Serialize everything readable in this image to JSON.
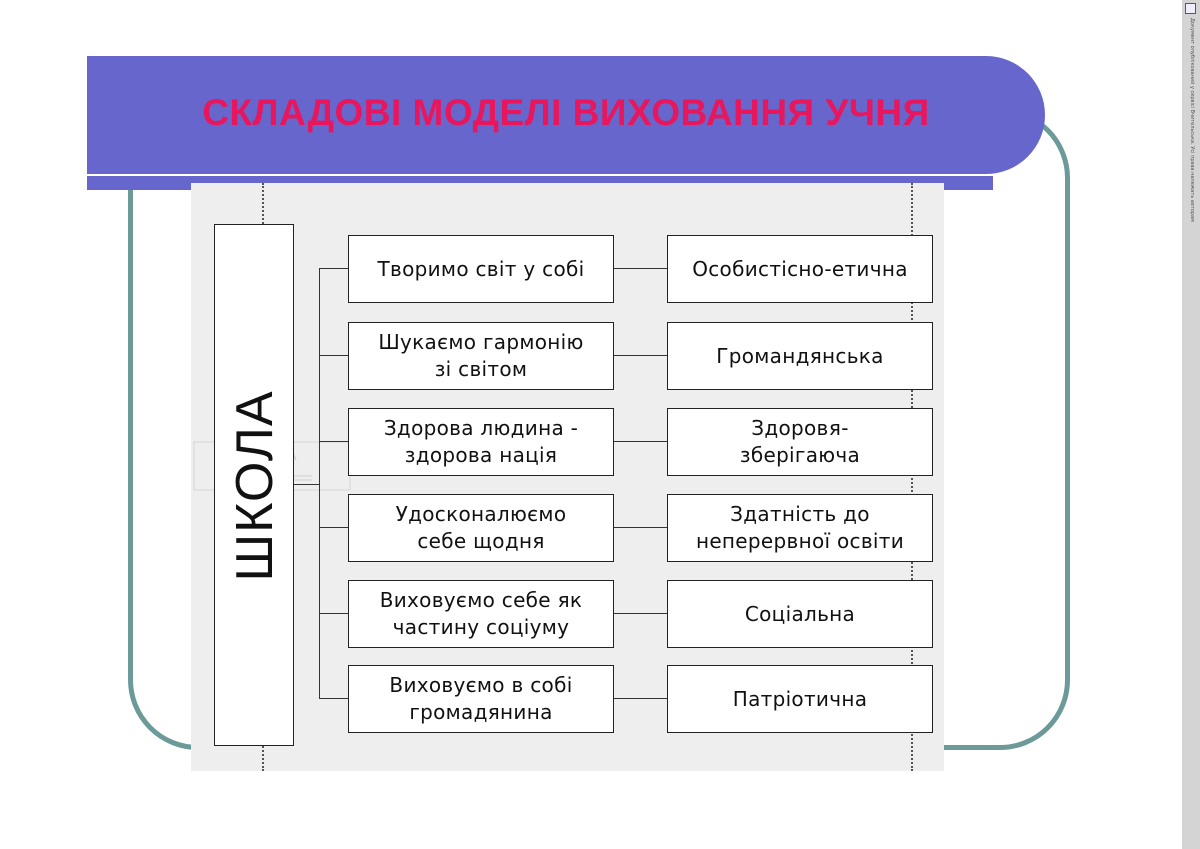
{
  "slide": {
    "title": "СКЛАДОВІ МОДЕЛІ ВИХОВАННЯ УЧНЯ",
    "colors": {
      "banner": "#6666cc",
      "title": "#e8175d",
      "frame": "#6b9a98",
      "panel": "#eeeeee"
    }
  },
  "diagram": {
    "root": "ШКОЛА",
    "rows": [
      {
        "left": "Творимо світ у собі",
        "right": "Особистісно-етична"
      },
      {
        "left": "Шукаємо гармонію\nзі світом",
        "right": "Громандянська"
      },
      {
        "left": "Здорова людина -\nздорова нація",
        "right": "Здоров\u001fя-\nзберігаюча"
      },
      {
        "left": "Удосконалюємо\nсебе щодня",
        "right": "Здатність до\nнеперервної освіти"
      },
      {
        "left": "Виховуємо себе як\nчастину соціуму",
        "right": "Соціальна"
      },
      {
        "left": "Виховуємо в собі\nгромадянина",
        "right": "Патріотична"
      }
    ]
  },
  "sidebar": {
    "icon": "document-icon",
    "caption": "Документ опублікований у сервісі Вчительська. Усі права належать авторам"
  }
}
